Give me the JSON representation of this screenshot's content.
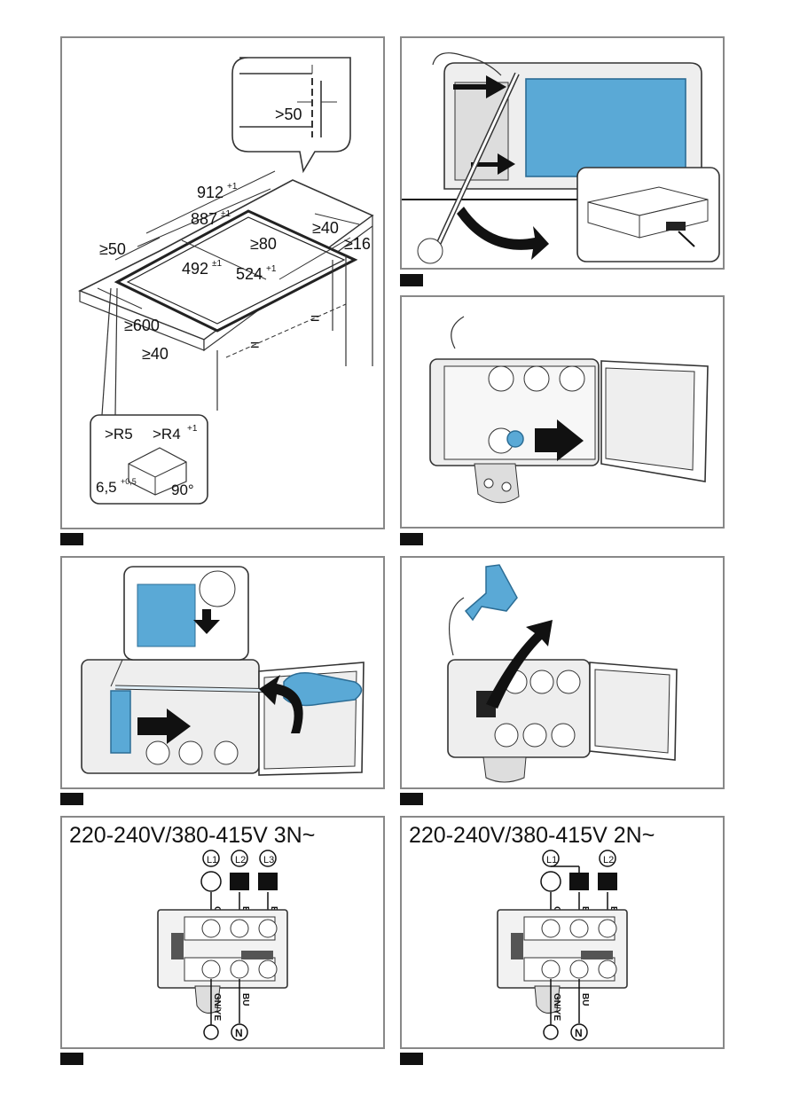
{
  "panel1": {
    "dims": {
      "d912": "912",
      "d912_sup": "+1",
      "d887": "887",
      "d887_sup": "±1",
      "d492": "492",
      "d492_sup": "±1",
      "d524": "524",
      "d524_sup": "+1",
      "gt50": ">50",
      "ge50": "≥50",
      "ge80": "≥80",
      "ge40a": "≥40",
      "ge16": "≥16",
      "ge600": "≥600",
      "ge40b": "≥40",
      "eq1": "=",
      "eq2": "="
    },
    "detail": {
      "r5": ">R5",
      "r4": ">R4",
      "r4_sup": "+1",
      "h65": "6,5",
      "h65_sup": "+0,5",
      "angle": "90°"
    }
  },
  "panel7": {
    "title": "220-240V/380-415V 3N~",
    "l1": "L1",
    "l2": "L2",
    "l3": "L3",
    "gy": "GY",
    "bn": "BN",
    "bk": "BK",
    "gnye": "GN/YE",
    "bu": "BU",
    "n": "N"
  },
  "panel8": {
    "title": "220-240V/380-415V 2N~",
    "l1": "L1",
    "l2": "L2",
    "gy": "GY",
    "bn": "BN",
    "bk": "BK",
    "gnye": "GN/YE",
    "bu": "BU",
    "n": "N"
  },
  "colors": {
    "blue": "#5aa9d6",
    "frame": "#888888",
    "tag": "#111111"
  }
}
